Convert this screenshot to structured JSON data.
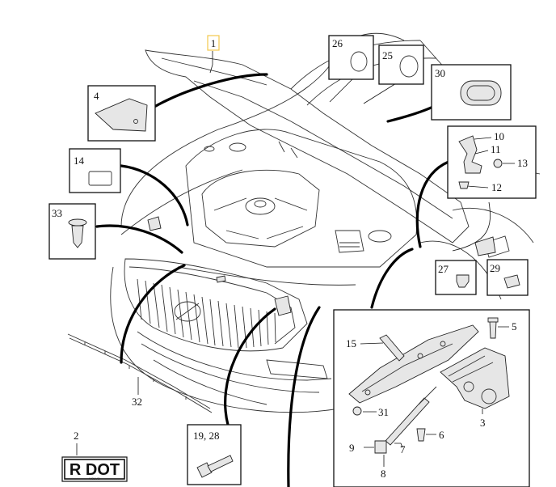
{
  "callouts": {
    "c1": "1",
    "c2": "2",
    "c3": "3",
    "c4": "4",
    "c5": "5",
    "c6": "6",
    "c7": "7",
    "c8": "8",
    "c9": "9",
    "c10": "10",
    "c11": "11",
    "c12": "12",
    "c13": "13",
    "c14": "14",
    "c15": "15",
    "c1928": "19, 28",
    "c25": "25",
    "c26": "26",
    "c27": "27",
    "c29": "29",
    "c30": "30",
    "c31": "31",
    "c32": "32",
    "c33": "33"
  },
  "badge": {
    "text": "R DOT",
    "subtext": "VOLVO"
  },
  "colors": {
    "ink": "#111111",
    "highlight_box": "#f2c94c"
  }
}
